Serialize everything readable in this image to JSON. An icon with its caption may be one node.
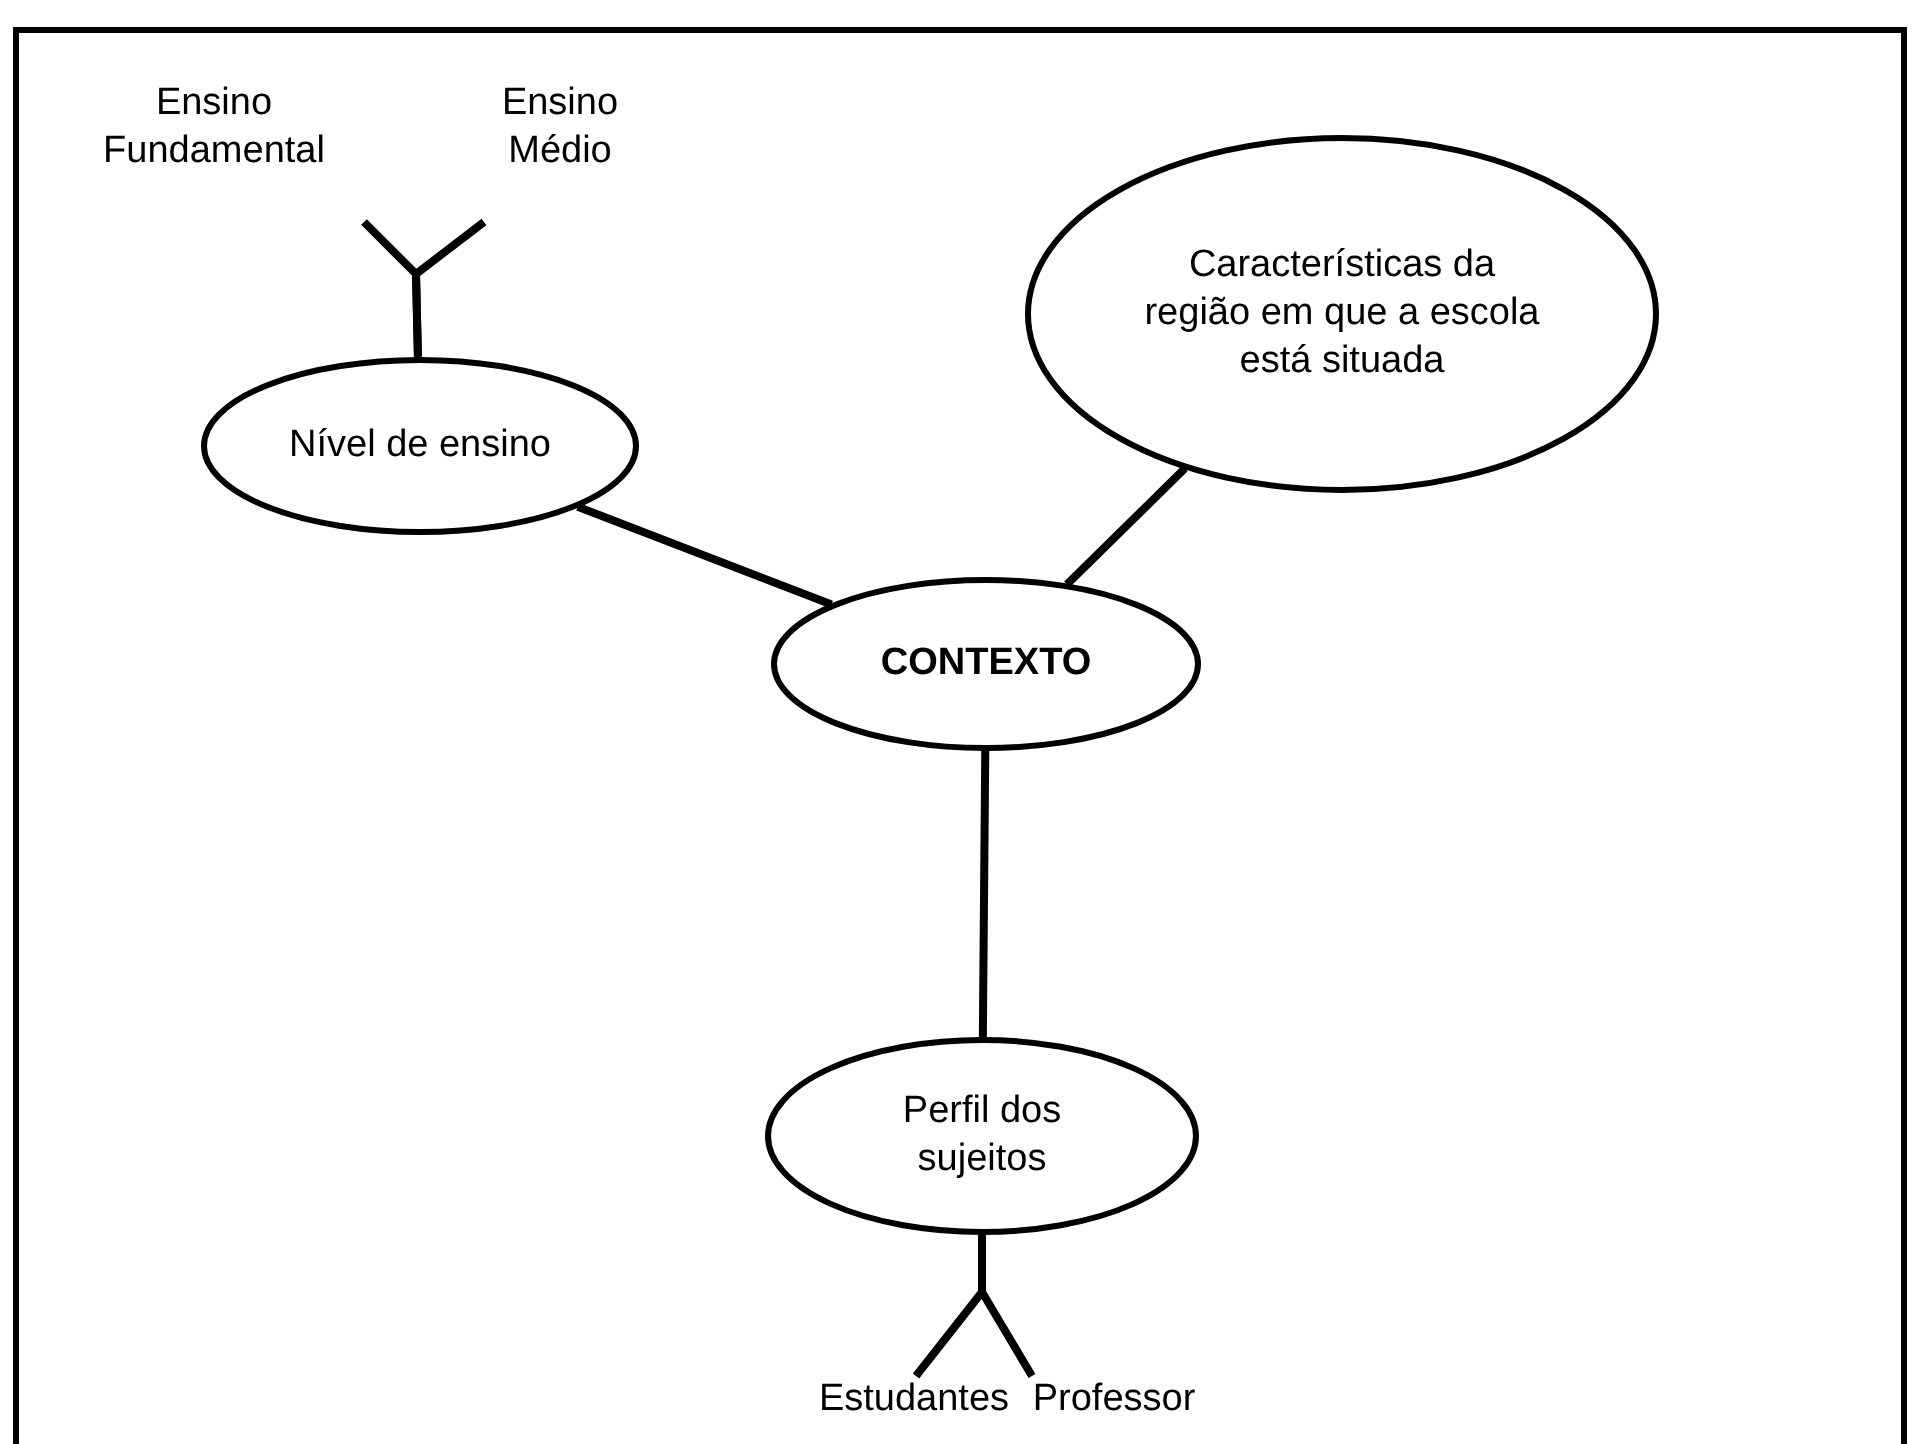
{
  "diagram": {
    "nodes": [
      {
        "text": [
          "Ensino Fundamental"
        ]
      },
      {
        "text": [
          "Ensino Médio"
        ]
      },
      {
        "text": [
          "Nível de ensino"
        ]
      },
      {
        "text": [
          "Características da região em que a escola está situada"
        ]
      },
      {
        "text": [
          "CONTEXTO"
        ]
      },
      {
        "text": [
          "Perfil dos sujeitos"
        ]
      },
      {
        "text": [
          "Estudantes"
        ]
      },
      {
        "text": [
          "Professor"
        ]
      }
    ],
    "edges": [
      {
        "from": 4,
        "to": 2,
        "arrow": "none"
      },
      {
        "from": 4,
        "to": 3,
        "arrow": "none"
      },
      {
        "from": 4,
        "to": 5,
        "arrow": "none"
      },
      {
        "from": 2,
        "to": 0,
        "arrow": "none"
      },
      {
        "from": 2,
        "to": 1,
        "arrow": "none"
      },
      {
        "from": 5,
        "to": 6,
        "arrow": "none"
      },
      {
        "from": 5,
        "to": 7,
        "arrow": "none"
      }
    ]
  }
}
